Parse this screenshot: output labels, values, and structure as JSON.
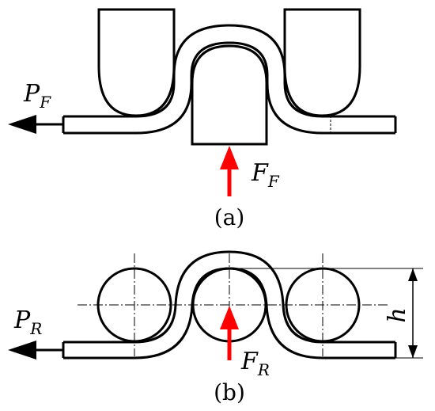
{
  "panel_a": {
    "caption": "(a)",
    "pull_force": {
      "symbol": "P",
      "subscript": "F"
    },
    "push_force": {
      "symbol": "F",
      "subscript": "F"
    }
  },
  "panel_b": {
    "caption": "(b)",
    "pull_force": {
      "symbol": "P",
      "subscript": "R"
    },
    "push_force": {
      "symbol": "F",
      "subscript": "R"
    },
    "height_label": "h"
  },
  "colors": {
    "line": "#000000",
    "force_arrow": "#ff0000",
    "background": "#ffffff"
  }
}
